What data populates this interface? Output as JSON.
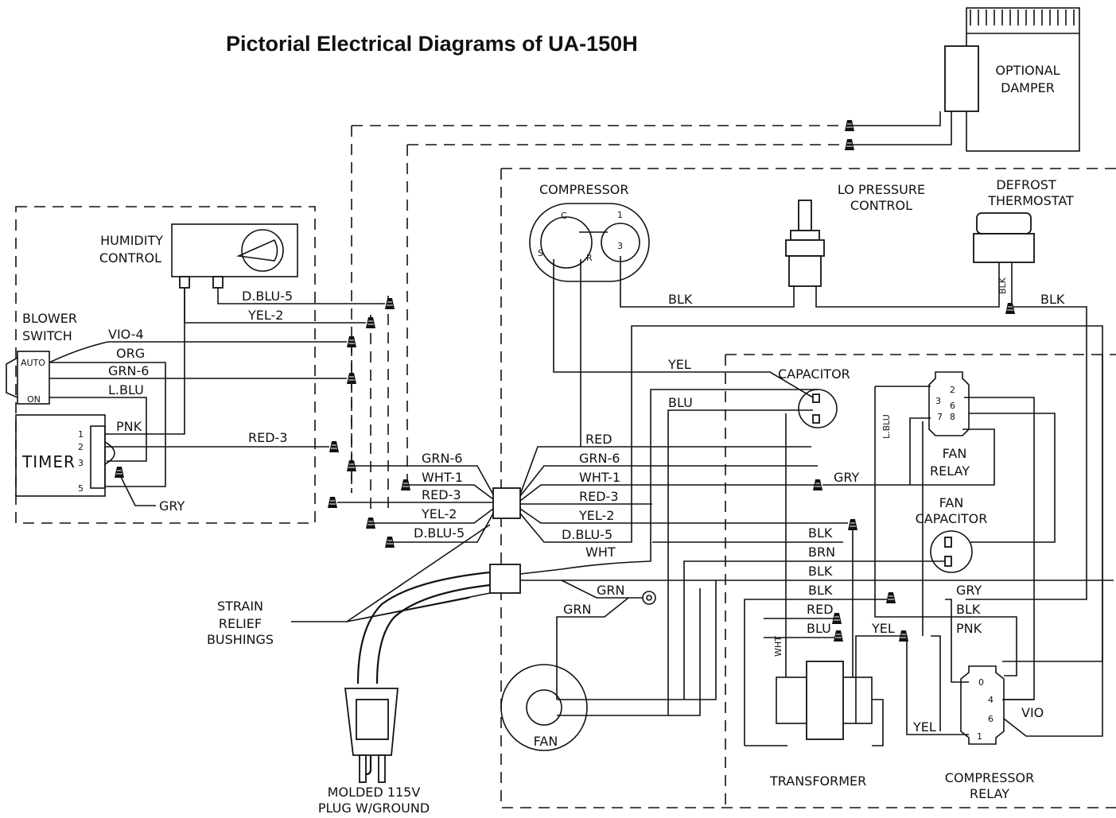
{
  "title": "Pictorial Electrical Diagrams of UA-150H",
  "components": {
    "optional_damper": [
      "OPTIONAL",
      "DAMPER"
    ],
    "compressor": "COMPRESSOR",
    "compressor_pins": {
      "c": "C",
      "s": "S",
      "r": "R",
      "p1": "1",
      "p3": "3"
    },
    "lo_pressure": [
      "LO PRESSURE",
      "CONTROL"
    ],
    "defrost": [
      "DEFROST",
      "THERMOSTAT"
    ],
    "humidity": [
      "HUMIDITY",
      "CONTROL"
    ],
    "blower": [
      "BLOWER",
      "SWITCH"
    ],
    "blower_pos": {
      "auto": "AUTO",
      "on": "ON"
    },
    "timer": "TIMER",
    "timer_pins": {
      "p1": "1",
      "p2": "2",
      "p3": "3",
      "p5": "5"
    },
    "capacitor": "CAPACITOR",
    "fan_relay": [
      "FAN",
      "RELAY"
    ],
    "fan_relay_pins": {
      "p2": "2",
      "p3": "3",
      "p6": "6",
      "p7": "7",
      "p8": "8"
    },
    "fan_capacitor": [
      "FAN",
      "CAPACITOR"
    ],
    "fan": "FAN",
    "transformer": "TRANSFORMER",
    "compressor_relay": [
      "COMPRESSOR",
      "RELAY"
    ],
    "compressor_relay_pins": {
      "p0": "0",
      "p4": "4",
      "p6": "6",
      "p1": "1"
    },
    "strain_relief": [
      "STRAIN",
      "RELIEF",
      "BUSHINGS"
    ],
    "plug": [
      "MOLDED 115V",
      "PLUG W/GROUND"
    ]
  },
  "wires": {
    "dblu5": "D.BLU-5",
    "yel2": "YEL-2",
    "vio4": "VIO-4",
    "org": "ORG",
    "grn6": "GRN-6",
    "lblu": "L.BLU",
    "pnk": "PNK",
    "red3": "RED-3",
    "gry": "GRY",
    "wht1": "WHT-1",
    "blk": "BLK",
    "yel": "YEL",
    "blu": "BLU",
    "red": "RED",
    "wht": "WHT",
    "grn": "GRN",
    "brn": "BRN",
    "vio": "VIO"
  }
}
